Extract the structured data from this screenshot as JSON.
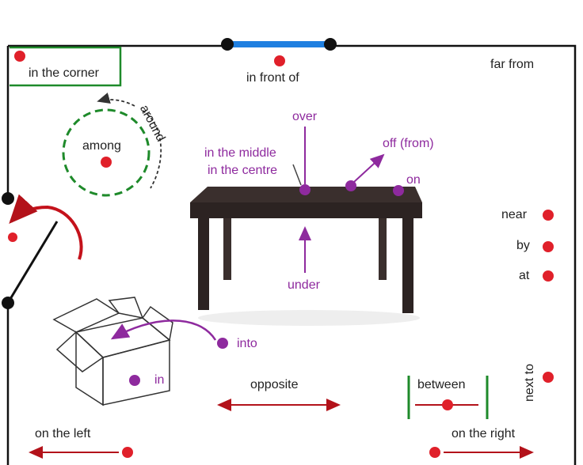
{
  "colors": {
    "accent_red": "#e0202a",
    "accent_purple": "#8e2a9e",
    "arrow_red": "#b3121a",
    "green": "#1e8a2a",
    "door_blue": "#1f7fe0",
    "table": "#2c2322",
    "ink": "#222222"
  },
  "labels": {
    "in_the_corner": "in the corner",
    "in_front_of": "in front of",
    "far_from": "far from",
    "around": "around",
    "among": "among",
    "over": "over",
    "in_the_middle": "in the middle",
    "in_the_centre": "in the centre",
    "off_from": "off (from)",
    "on": "on",
    "near": "near",
    "by": "by",
    "at": "at",
    "under": "under",
    "into": "into",
    "in": "in",
    "opposite": "opposite",
    "between": "between",
    "next_to": "next to",
    "on_the_left": "on the left",
    "on_the_right": "on the right"
  }
}
